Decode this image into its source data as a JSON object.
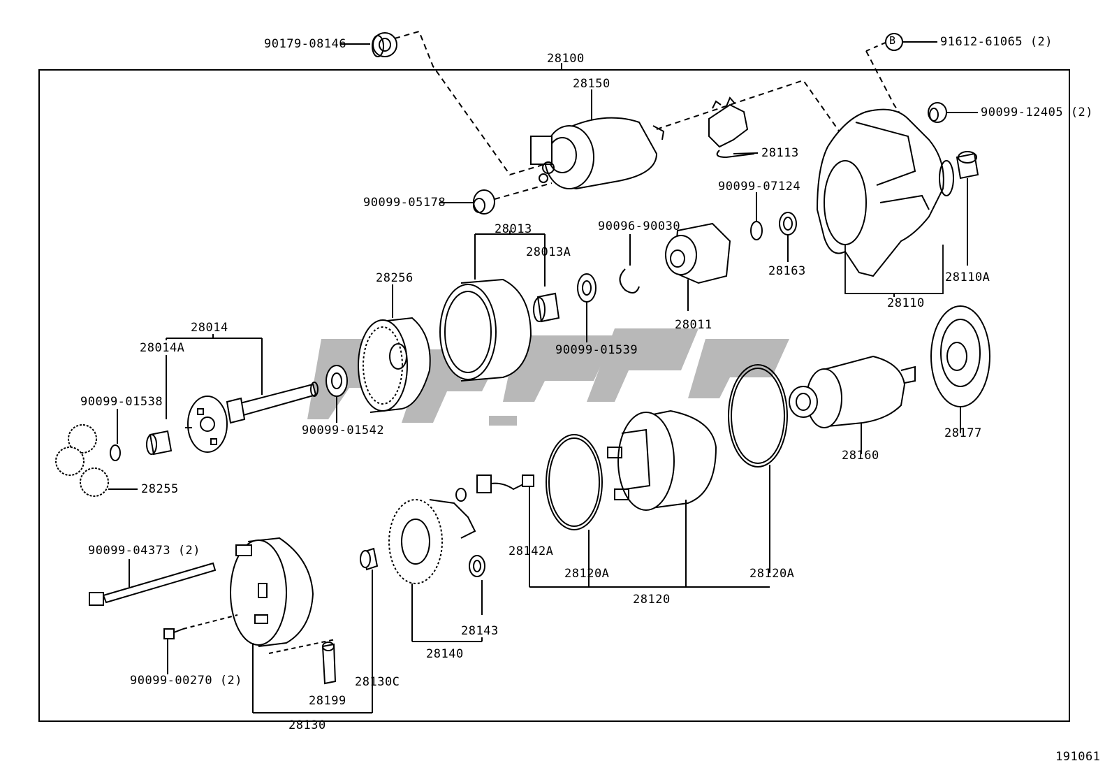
{
  "diagram_number": "191061",
  "assembly": "28100",
  "callout_symbol": "B",
  "parts": {
    "p_90179_08146": "90179-08146",
    "p_28150": "28150",
    "p_90099_05178": "90099-05178",
    "p_28113": "28113",
    "p_91612_61065": "91612-61065 (2)",
    "p_90099_12405": "90099-12405 (2)",
    "p_90099_07124": "90099-07124",
    "p_28163": "28163",
    "p_28110A": "28110A",
    "p_28110": "28110",
    "p_28013": "28013",
    "p_28013A": "28013A",
    "p_90096_90030": "90096-90030",
    "p_28011": "28011",
    "p_28256": "28256",
    "p_90099_01539": "90099-01539",
    "p_28014": "28014",
    "p_28014A": "28014A",
    "p_90099_01538": "90099-01538",
    "p_90099_01542": "90099-01542",
    "p_28255": "28255",
    "p_28177": "28177",
    "p_28160": "28160",
    "p_90099_04373": "90099-04373 (2)",
    "p_28142A": "28142A",
    "p_28120A_left": "28120A",
    "p_28120A_right": "28120A",
    "p_28120": "28120",
    "p_28143": "28143",
    "p_28140": "28140",
    "p_90099_00270": "90099-00270 (2)",
    "p_28130C": "28130C",
    "p_28199": "28199",
    "p_28130": "28130"
  },
  "colors": {
    "ink": "#000000",
    "watermark": "#b8b8b8",
    "background": "#ffffff"
  }
}
